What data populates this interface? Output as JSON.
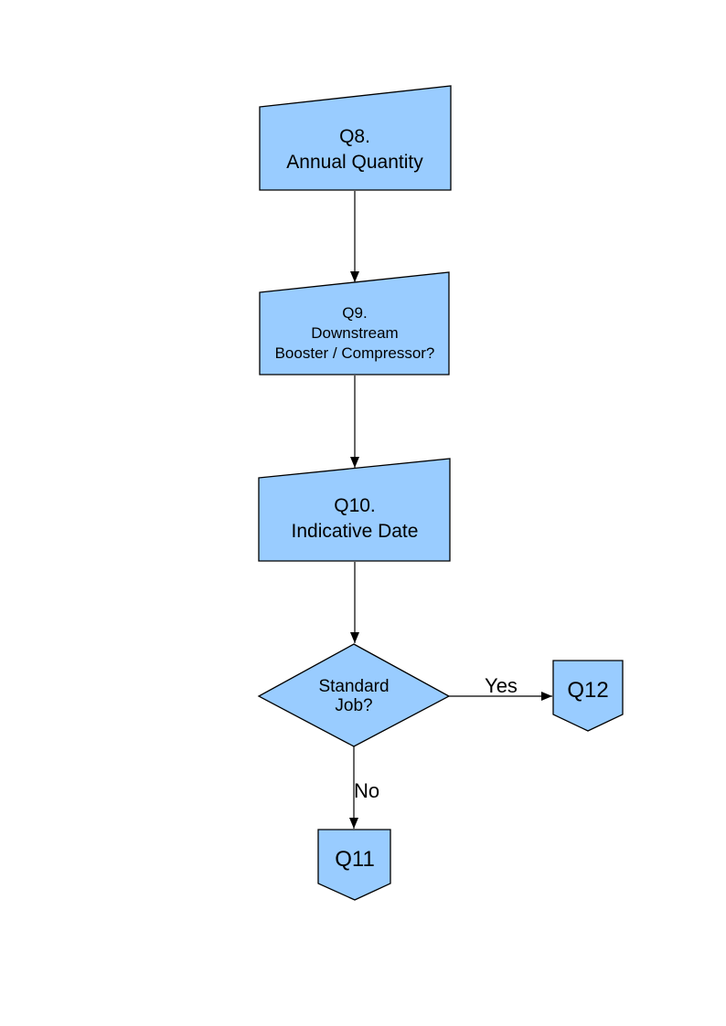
{
  "diagram": {
    "background": "#ffffff",
    "node_fill": "#99ccff",
    "node_border": "#000000",
    "nodes": {
      "q8": {
        "shape": "manual-input",
        "lines": [
          "Q8.",
          "Annual Quantity"
        ]
      },
      "q9": {
        "shape": "manual-input",
        "lines": [
          "Q9.",
          "Downstream",
          "Booster / Compressor?"
        ]
      },
      "q10": {
        "shape": "manual-input",
        "lines": [
          "Q10.",
          "Indicative Date"
        ]
      },
      "decision": {
        "shape": "diamond",
        "lines": [
          "Standard",
          "Job?"
        ]
      },
      "q12": {
        "shape": "off-page-connector",
        "label": "Q12"
      },
      "q11": {
        "shape": "off-page-connector",
        "label": "Q11"
      }
    },
    "edges": {
      "yes_label": "Yes",
      "no_label": "No"
    }
  }
}
